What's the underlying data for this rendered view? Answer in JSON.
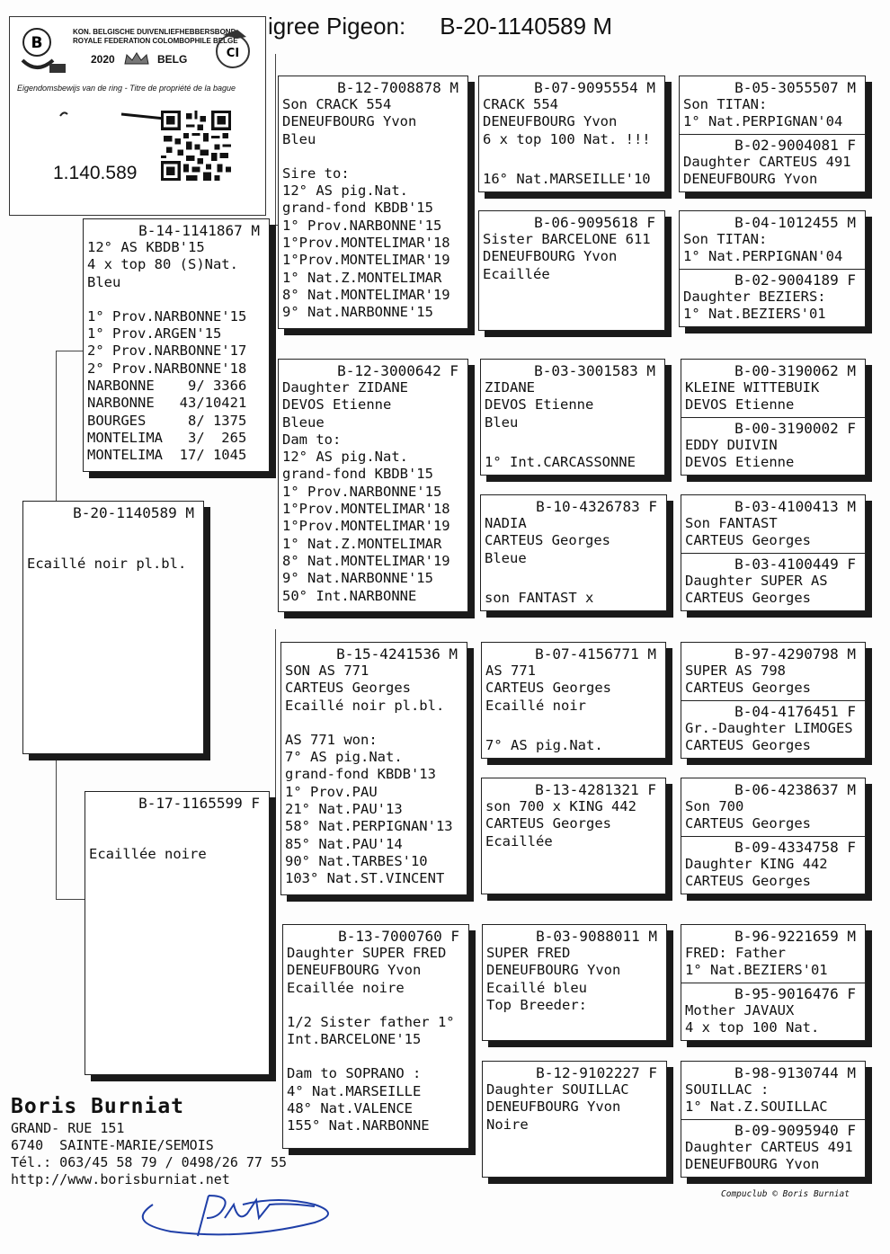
{
  "title": {
    "prefix": "igree Pigeon:",
    "ring": "B-20-1140589 M"
  },
  "certificate": {
    "org_line1": "KON. BELGISCHE DUIVENLIEFHEBBERSBOND",
    "org_line2": "ROYALE FEDERATION COLOMBOPHILE BELGE",
    "year": "2020",
    "country": "BELG",
    "property_text": "Eigendomsbewijs van de ring - Titre de propriété de la bague",
    "ring_number": "1.140.589"
  },
  "subject": {
    "ring": "B-20-1140589 M",
    "lines": [
      "Ecaillé noir pl.bl."
    ]
  },
  "sire": {
    "ring": "B-14-1141867 M",
    "lines": [
      "12° AS KBDB'15",
      "4 x top 80 (S)Nat.",
      "Bleu",
      "",
      "1° Prov.NARBONNE'15",
      "1° Prov.ARGEN'15",
      "2° Prov.NARBONNE'17",
      "2° Prov.NARBONNE'18",
      "NARBONNE    9/ 3366",
      "NARBONNE   43/10421",
      "BOURGES     8/ 1375",
      "MONTELIMA   3/  265",
      "MONTELIMA  17/ 1045"
    ]
  },
  "dam": {
    "ring": "B-17-1165599 F",
    "lines": [
      "Ecaillée noire"
    ]
  },
  "g2": [
    {
      "ring": "B-12-7008878 M",
      "lines": [
        "Son CRACK 554",
        "DENEUFBOURG Yvon",
        "Bleu",
        "",
        "Sire to:",
        "12° AS pig.Nat.",
        "grand-fond KBDB'15",
        "1° Prov.NARBONNE'15",
        "1°Prov.MONTELIMAR'18",
        "1°Prov.MONTELIMAR'19",
        "1° Nat.Z.MONTELIMAR",
        "8° Nat.MONTELIMAR'19",
        "9° Nat.NARBONNE'15"
      ]
    },
    {
      "ring": "B-12-3000642 F",
      "lines": [
        "Daughter ZIDANE",
        "DEVOS Etienne",
        "Bleue",
        "Dam to:",
        "12° AS pig.Nat.",
        "grand-fond KBDB'15",
        "1° Prov.NARBONNE'15",
        "1°Prov.MONTELIMAR'18",
        "1°Prov.MONTELIMAR'19",
        "1° Nat.Z.MONTELIMAR",
        "8° Nat.MONTELIMAR'19",
        "9° Nat.NARBONNE'15",
        "50° Int.NARBONNE"
      ]
    },
    {
      "ring": "B-15-4241536 M",
      "lines": [
        "SON AS 771",
        "CARTEUS Georges",
        "Ecaillé noir pl.bl.",
        "",
        "AS 771 won:",
        "7° AS pig.Nat.",
        "grand-fond KBDB'13",
        "1° Prov.PAU",
        "21° Nat.PAU'13",
        "58° Nat.PERPIGNAN'13",
        "85° Nat.PAU'14",
        "90° Nat.TARBES'10",
        "103° Nat.ST.VINCENT"
      ]
    },
    {
      "ring": "B-13-7000760 F",
      "lines": [
        "Daughter SUPER FRED",
        "DENEUFBOURG Yvon",
        "Ecaillée noire",
        "",
        "1/2 Sister father 1°",
        "Int.BARCELONE'15",
        "",
        "Dam to SOPRANO :",
        "4° Nat.MARSEILLE",
        "48° Nat.VALENCE",
        "155° Nat.NARBONNE"
      ]
    }
  ],
  "g3": [
    {
      "ring": "B-07-9095554 M",
      "lines": [
        "CRACK 554",
        "DENEUFBOURG Yvon",
        "6 x top 100 Nat. !!!"
      ],
      "footer": "16° Nat.MARSEILLE'10"
    },
    {
      "ring": "B-06-9095618 F",
      "lines": [
        "Sister BARCELONE 611",
        "DENEUFBOURG Yvon",
        "Ecaillée"
      ],
      "footer": ""
    },
    {
      "ring": "B-03-3001583 M",
      "lines": [
        "ZIDANE",
        "DEVOS Etienne",
        "Bleu"
      ],
      "footer": "1° Int.CARCASSONNE"
    },
    {
      "ring": "B-10-4326783 F",
      "lines": [
        "NADIA",
        "CARTEUS Georges",
        "Bleue"
      ],
      "footer": "son FANTAST x"
    },
    {
      "ring": "B-07-4156771 M",
      "lines": [
        "AS 771",
        "CARTEUS Georges",
        "Ecaillé noir"
      ],
      "footer": "7° AS pig.Nat."
    },
    {
      "ring": "B-13-4281321 F",
      "lines": [
        "son 700 x KING 442",
        "CARTEUS Georges",
        "Ecaillée"
      ],
      "footer": ""
    },
    {
      "ring": "B-03-9088011 M",
      "lines": [
        "SUPER FRED",
        "DENEUFBOURG Yvon",
        "Ecaillé bleu",
        "Top Breeder:"
      ],
      "footer": ""
    },
    {
      "ring": "B-12-9102227 F",
      "lines": [
        "Daughter SOUILLAC",
        "DENEUFBOURG Yvon",
        "Noire"
      ],
      "footer": ""
    }
  ],
  "g4": [
    {
      "top": {
        "ring": "B-05-3055507 M",
        "lines": [
          "Son TITAN:",
          "1° Nat.PERPIGNAN'04"
        ]
      },
      "bottom": {
        "ring": "B-02-9004081 F",
        "lines": [
          "Daughter CARTEUS 491",
          "DENEUFBOURG Yvon"
        ]
      }
    },
    {
      "top": {
        "ring": "B-04-1012455 M",
        "lines": [
          "Son TITAN:",
          "1° Nat.PERPIGNAN'04"
        ]
      },
      "bottom": {
        "ring": "B-02-9004189 F",
        "lines": [
          "Daughter BEZIERS:",
          "1° Nat.BEZIERS'01"
        ]
      }
    },
    {
      "top": {
        "ring": "B-00-3190062 M",
        "lines": [
          "KLEINE WITTEBUIK",
          "DEVOS Etienne"
        ]
      },
      "bottom": {
        "ring": "B-00-3190002 F",
        "lines": [
          "EDDY DUIVIN",
          "DEVOS Etienne"
        ]
      }
    },
    {
      "top": {
        "ring": "B-03-4100413 M",
        "lines": [
          "Son FANTAST",
          "CARTEUS Georges"
        ]
      },
      "bottom": {
        "ring": "B-03-4100449 F",
        "lines": [
          "Daughter SUPER AS",
          "CARTEUS Georges"
        ]
      }
    },
    {
      "top": {
        "ring": "B-97-4290798 M",
        "lines": [
          "SUPER AS 798",
          "CARTEUS Georges"
        ]
      },
      "bottom": {
        "ring": "B-04-4176451 F",
        "lines": [
          "Gr.-Daughter LIMOGES",
          "CARTEUS Georges"
        ]
      }
    },
    {
      "top": {
        "ring": "B-06-4238637 M",
        "lines": [
          "Son 700",
          "CARTEUS Georges"
        ]
      },
      "bottom": {
        "ring": "B-09-4334758 F",
        "lines": [
          "Daughter KING 442",
          "CARTEUS Georges"
        ]
      }
    },
    {
      "top": {
        "ring": "B-96-9221659 M",
        "lines": [
          "FRED: Father",
          "1° Nat.BEZIERS'01"
        ]
      },
      "bottom": {
        "ring": "B-95-9016476 F",
        "lines": [
          "Mother JAVAUX",
          "4 x top 100 Nat."
        ]
      }
    },
    {
      "top": {
        "ring": "B-98-9130744 M",
        "lines": [
          "SOUILLAC :",
          "1° Nat.Z.SOUILLAC"
        ]
      },
      "bottom": {
        "ring": "B-09-9095940 F",
        "lines": [
          "Daughter CARTEUS 491",
          "DENEUFBOURG Yvon"
        ]
      }
    }
  ],
  "owner": {
    "name": "Boris Burniat",
    "address": "GRAND- RUE 151",
    "city": "6740  SAINTE-MARIE/SEMOIS",
    "phone": "Tél.: 063/45 58 79 / 0498/26 77 55",
    "website": "http://www.borisburniat.net"
  },
  "credit": "Compuclub © Boris Burniat"
}
